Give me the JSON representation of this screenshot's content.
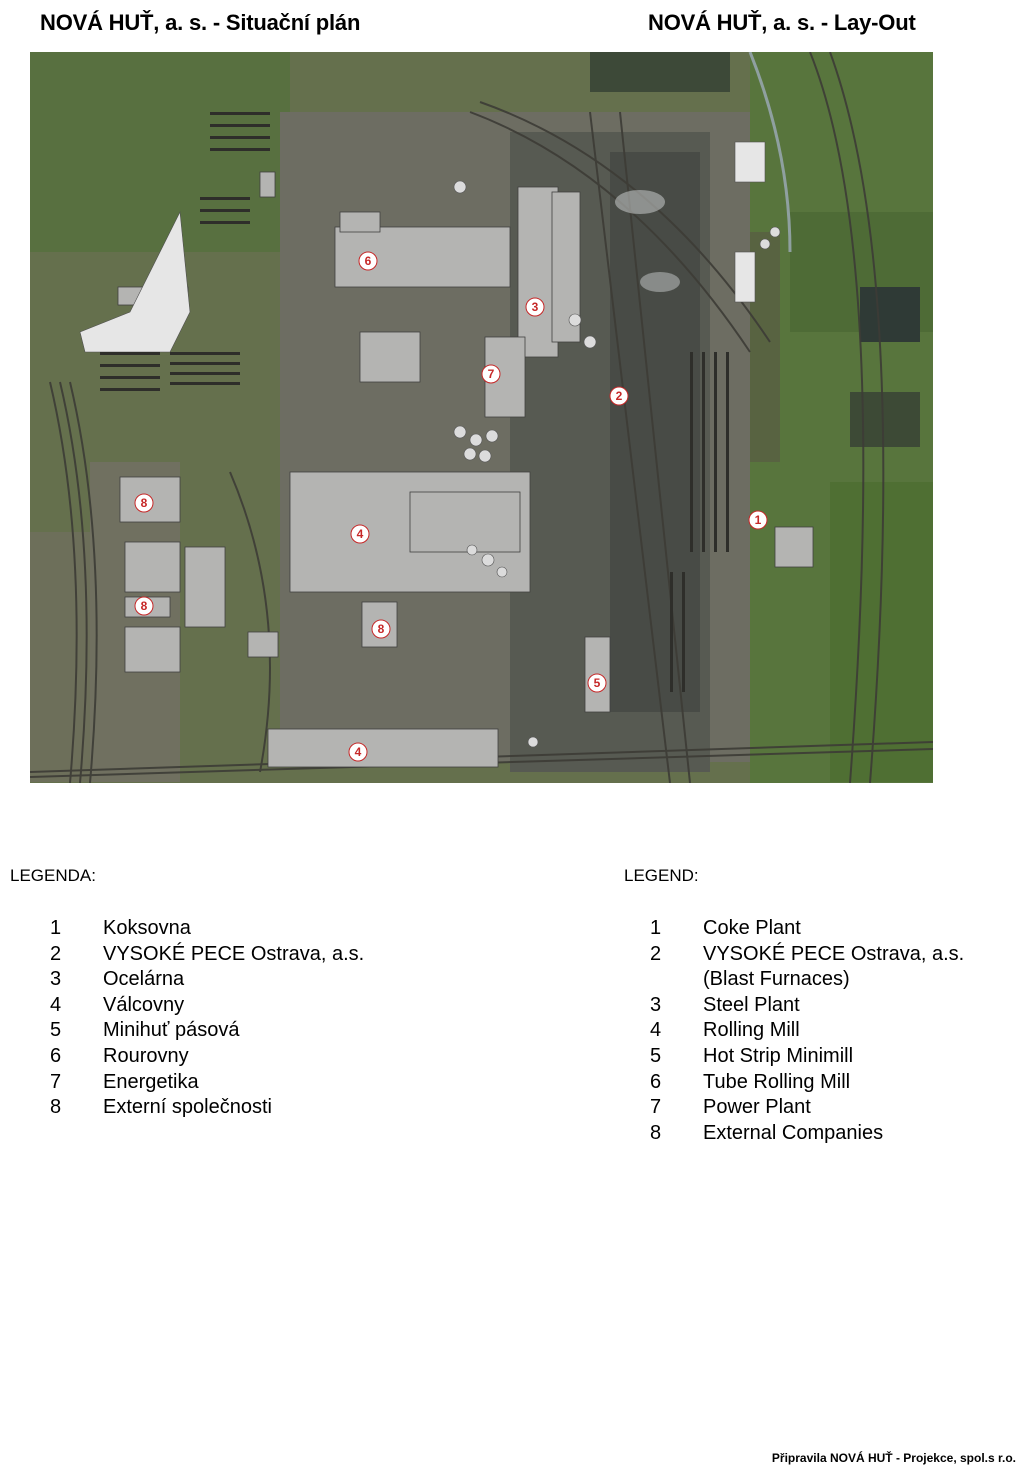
{
  "header": {
    "title_cz": "NOVÁ HUŤ, a. s. - Situační plán",
    "title_en": "NOVÁ HUŤ, a. s. - Lay-Out"
  },
  "map": {
    "markers": [
      "6",
      "3",
      "7",
      "2",
      "8",
      "4",
      "1",
      "8",
      "8",
      "5",
      "4"
    ],
    "marker_color": "#c62828"
  },
  "legend_cz": {
    "heading": "LEGENDA:",
    "items": [
      {
        "num": "1",
        "label": "Koksovna"
      },
      {
        "num": "2",
        "label": "VYSOKÉ PECE Ostrava, a.s."
      },
      {
        "num": "3",
        "label": "Ocelárna"
      },
      {
        "num": "4",
        "label": "Válcovny"
      },
      {
        "num": "5",
        "label": "Minihuť pásová"
      },
      {
        "num": "6",
        "label": "Rourovny"
      },
      {
        "num": "7",
        "label": "Energetika"
      },
      {
        "num": "8",
        "label": "Externí společnosti"
      }
    ]
  },
  "legend_en": {
    "heading": "LEGEND:",
    "items": [
      {
        "num": "1",
        "label": "Coke Plant"
      },
      {
        "num": "2",
        "label": "VYSOKÉ PECE Ostrava, a.s."
      },
      {
        "num": "",
        "label": "(Blast Furnaces)"
      },
      {
        "num": "3",
        "label": "Steel Plant"
      },
      {
        "num": "4",
        "label": "Rolling Mill"
      },
      {
        "num": "5",
        "label": "Hot Strip Minimill"
      },
      {
        "num": "6",
        "label": "Tube Rolling Mill"
      },
      {
        "num": "7",
        "label": "Power Plant"
      },
      {
        "num": "8",
        "label": "External Companies"
      }
    ]
  },
  "footer": {
    "credit": "Připravila NOVÁ HUŤ - Projekce, spol.s r.o."
  }
}
